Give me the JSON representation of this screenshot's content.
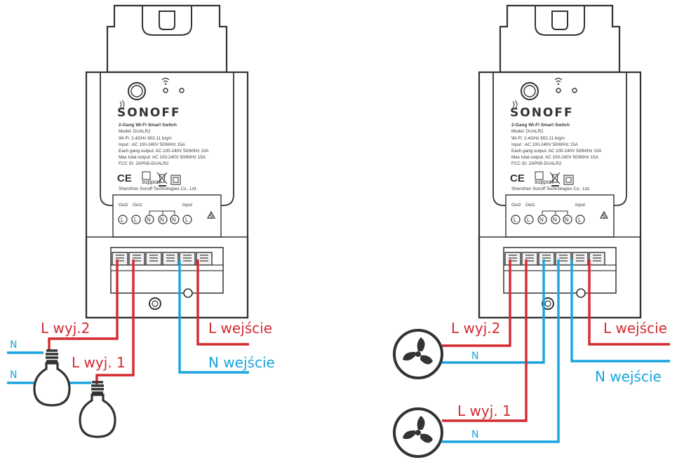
{
  "colors": {
    "live": "#d42a30",
    "neutral": "#1aa4dd",
    "device_outline": "#333333",
    "device_fill": "#ffffff",
    "load_icon": "#333333"
  },
  "device": {
    "brand": "SONOFF",
    "model_title": "2-Gang Wi-Fi Smart Switch",
    "spec_lines": [
      "Model: DUALR2",
      "Wi-Fi: 2.4GHz 802.11 b/g/n",
      "Input : AC 100-240V  50/60Hz  15A",
      "Each gang output: AC 100-240V 50/60Hz 10A",
      "Max total output: AC 100-240V 50/60Hz 15A",
      "FCC ID: 2APN5-DUALR2"
    ],
    "manufacturer": "Shenzhen Sonoff Technologies Co., Ltd.",
    "support_label": "support",
    "ce_mark": "CE",
    "terminal_group_labels": [
      "Out2",
      "Out1",
      "Input"
    ],
    "terminals": [
      "L",
      "L",
      "N",
      "N",
      "N",
      "L"
    ]
  },
  "left_diagram": {
    "label_out2": "L wyj.2",
    "label_out1": "L wyj. 1",
    "label_input_l": "L wejście",
    "label_input_n": "N wejście",
    "neutral_labels": [
      "N",
      "N"
    ],
    "load_icons": [
      "bulb-icon",
      "bulb-icon"
    ]
  },
  "right_diagram": {
    "label_out2": "L wyj.2",
    "label_out1": "L wyj. 1",
    "label_input_l": "L wejście",
    "label_input_n": "N wejście",
    "neutral_labels": [
      "N",
      "N"
    ],
    "load_icons": [
      "fan-icon",
      "fan-icon"
    ]
  }
}
